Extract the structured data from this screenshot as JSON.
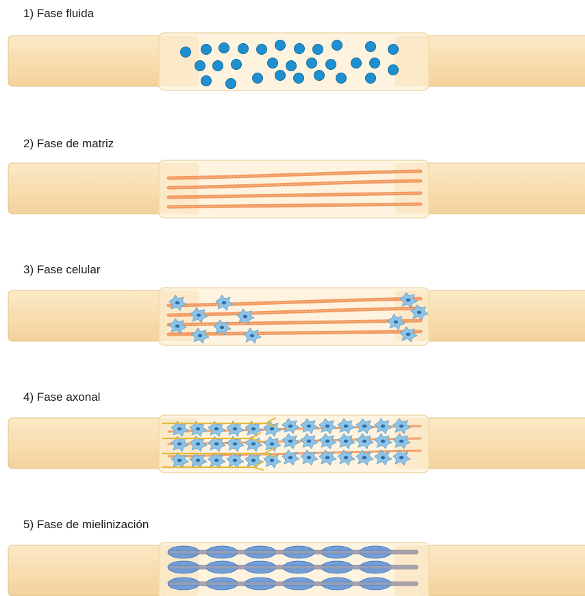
{
  "stages": [
    {
      "title": "1) Fase fluida"
    },
    {
      "title": "2) Fase de matriz"
    },
    {
      "title": "3) Fase celular"
    },
    {
      "title": "4) Fase axonal"
    },
    {
      "title": "5) Fase de mielinización"
    }
  ],
  "colors": {
    "nerve_stump": "#f8deb0",
    "nerve_stump_edge": "#e6c488",
    "conduit": "#fdf2dc",
    "conduit_edge": "#efd9aa",
    "fluid_particle": "#1f8fd0",
    "fibrin": "#f0955a",
    "schwann_cell": "#8fc3e6",
    "axon": "#e3b93c",
    "myelin": "#5b8fd6",
    "myelinated_axon": "#a7a2ad"
  }
}
